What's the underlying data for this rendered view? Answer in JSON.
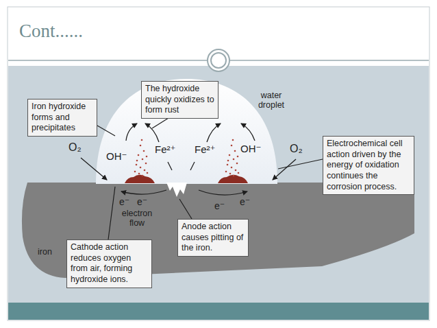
{
  "diagram": {
    "title": "Cont......",
    "nodes": [
      {
        "text": [
          "Iron hydroxide forms and precipitates"
        ]
      },
      {
        "text": [
          "The hydroxide quickly oxidizes to form rust"
        ]
      },
      {
        "text": [
          "Electrochemical cell action driven by the energy of oxidation continues the corrosion process."
        ]
      },
      {
        "text": [
          "Anode action causes pitting of the iron."
        ]
      },
      {
        "text": [
          "Cathode action reduces oxygen from air, forming hydroxide ions."
        ]
      }
    ],
    "labels": [
      "water droplet",
      "O₂",
      "OH⁻",
      "Fe²⁺",
      "Fe²⁺",
      "OH⁻",
      "O₂",
      "e⁻",
      "e⁻",
      "e⁻",
      "e⁻",
      "electron flow",
      "iron"
    ]
  }
}
